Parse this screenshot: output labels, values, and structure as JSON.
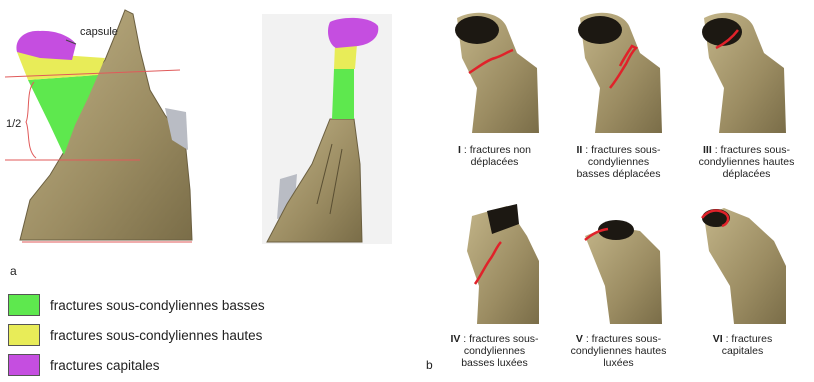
{
  "panel_a": {
    "label": "a",
    "annotation_capsule": "capsule",
    "annotation_half": "1/2"
  },
  "legend": [
    {
      "label": "fractures sous-condyliennes basses",
      "color": "#5ee84e"
    },
    {
      "label": "fractures sous-condyliennes hautes",
      "color": "#e8ec58"
    },
    {
      "label": "fractures capitales",
      "color": "#c54ee0"
    }
  ],
  "panel_b": {
    "label": "b",
    "types": [
      {
        "roman": "I",
        "text": " : fractures non\ndéplacées"
      },
      {
        "roman": "II",
        "text": " : fractures sous-\ncondyliennes\nbasses déplacées"
      },
      {
        "roman": "III",
        "text": " : fractures sous-\ncondyliennes hautes\ndéplacées"
      },
      {
        "roman": "IV",
        "text": " : fractures sous-\ncondyliennes\nbasses luxées"
      },
      {
        "roman": "V",
        "text": " : fractures sous-\ncondyliennes hautes\nluxées"
      },
      {
        "roman": "VI",
        "text": " : fractures\ncapitales"
      }
    ]
  },
  "colors": {
    "bone": "#a89a72",
    "bone_dark": "#6b5f40",
    "fracture_line": "#e0222a",
    "guide_line": "#e05a5a"
  }
}
